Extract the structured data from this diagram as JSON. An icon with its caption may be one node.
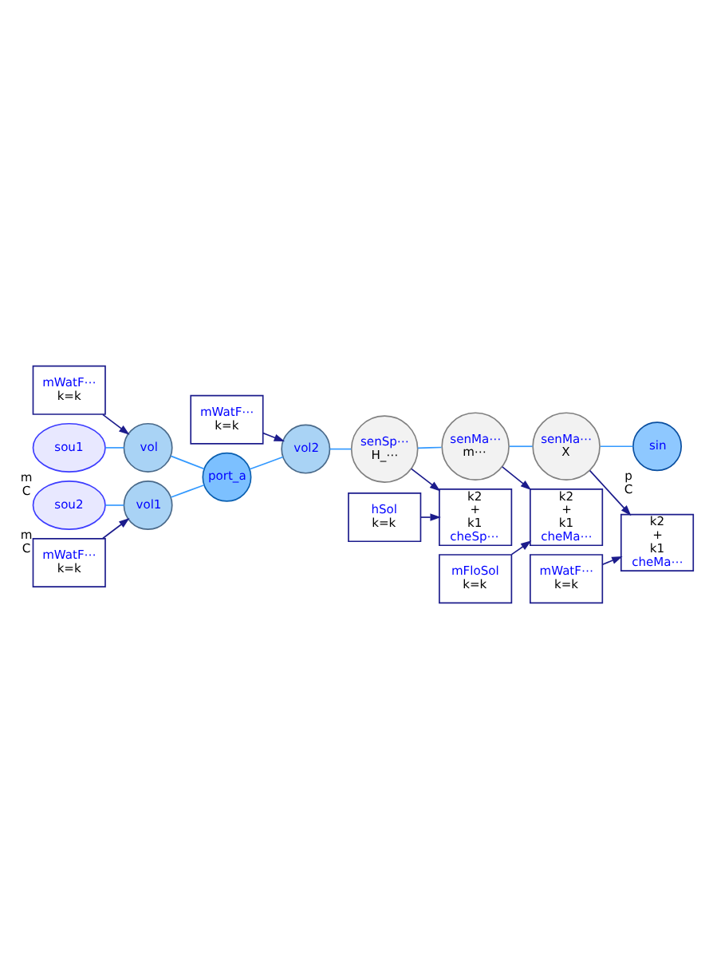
{
  "diagram": {
    "nodes": [
      {
        "text": [
          "mWatF⋯",
          "k=k"
        ]
      },
      {
        "text": [
          "mWatF⋯",
          "k=k"
        ]
      },
      {
        "text": [
          "sou1"
        ],
        "beside": [
          "m",
          "C"
        ]
      },
      {
        "text": [
          "vol"
        ]
      },
      {
        "text": [
          "port_a"
        ]
      },
      {
        "text": [
          "vol2"
        ]
      },
      {
        "text": [
          "senSp⋯",
          "H_⋯"
        ]
      },
      {
        "text": [
          "senMa⋯",
          "m⋯"
        ]
      },
      {
        "text": [
          "senMa⋯",
          "X"
        ]
      },
      {
        "text": [
          "sin"
        ],
        "beside": [
          "p",
          "C"
        ]
      },
      {
        "text": [
          "sou2"
        ],
        "beside": [
          "m",
          "C"
        ]
      },
      {
        "text": [
          "vol1"
        ]
      },
      {
        "text": [
          "mWatF⋯",
          "k=k"
        ]
      },
      {
        "text": [
          "k2",
          "+",
          "k1",
          "cheMa⋯"
        ]
      },
      {
        "text": [
          "mWatF⋯",
          "k=k"
        ]
      },
      {
        "text": [
          "k2",
          "+",
          "k1",
          "cheMa⋯"
        ]
      },
      {
        "text": [
          "mFloSol",
          "k=k"
        ]
      },
      {
        "text": [
          "k2",
          "+",
          "k1",
          "cheSp⋯"
        ]
      },
      {
        "text": [
          "hSol",
          "k=k"
        ]
      }
    ],
    "edges": [
      {
        "from": 0,
        "to": 5,
        "arrow": "to"
      },
      {
        "from": 1,
        "to": 3,
        "arrow": "to"
      },
      {
        "from": 2,
        "to": 3,
        "arrow": "none",
        "color": "#3399ff"
      },
      {
        "from": 3,
        "to": 4,
        "arrow": "none",
        "color": "#3399ff"
      },
      {
        "from": 4,
        "to": 5,
        "arrow": "none",
        "color": "#3399ff"
      },
      {
        "from": 5,
        "to": 6,
        "arrow": "none",
        "color": "#3399ff"
      },
      {
        "from": 6,
        "to": 7,
        "arrow": "none",
        "color": "#3399ff"
      },
      {
        "from": 7,
        "to": 8,
        "arrow": "none",
        "color": "#3399ff"
      },
      {
        "from": 8,
        "to": 9,
        "arrow": "none",
        "color": "#3399ff"
      },
      {
        "from": 10,
        "to": 11,
        "arrow": "none",
        "color": "#3399ff"
      },
      {
        "from": 11,
        "to": 4,
        "arrow": "none",
        "color": "#3399ff"
      },
      {
        "from": 12,
        "to": 11,
        "arrow": "to"
      },
      {
        "from": 8,
        "to": 13,
        "arrow": "to"
      },
      {
        "from": 14,
        "to": 13,
        "arrow": "to"
      },
      {
        "from": 7,
        "to": 15,
        "arrow": "to"
      },
      {
        "from": 16,
        "to": 15,
        "arrow": "to"
      },
      {
        "from": 6,
        "to": 17,
        "arrow": "to"
      },
      {
        "from": 18,
        "to": 17,
        "arrow": "to"
      }
    ]
  }
}
